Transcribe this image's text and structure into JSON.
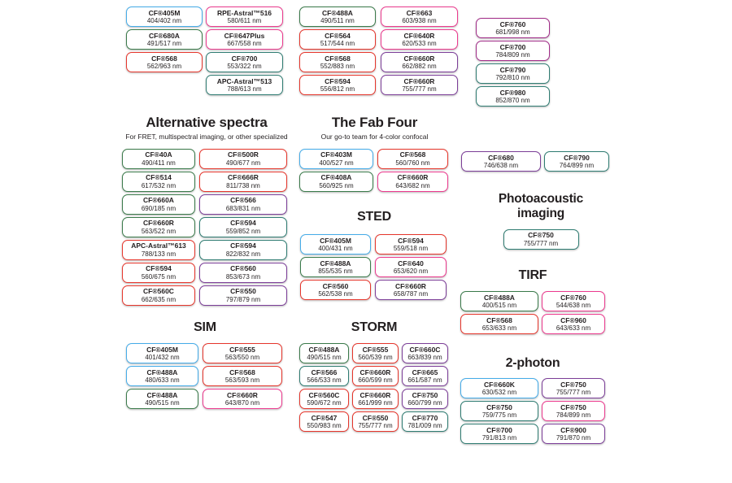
{
  "colors": {
    "blue": "#45ACE9",
    "green": "#3A7A4A",
    "red": "#E6362C",
    "pink": "#EC3A8E",
    "teal": "#2F7C72",
    "purple": "#7C3E98",
    "magenta": "#A12C88",
    "text": "#231F20"
  },
  "top_columns": [
    {
      "boxes": [
        {
          "name": "CF®405M",
          "range": "404/402 nm",
          "color": "blue"
        },
        {
          "name": "CF®680A",
          "range": "491/517 nm",
          "color": "green"
        },
        {
          "name": "CF®568",
          "range": "562/963 nm",
          "color": "red"
        }
      ]
    },
    {
      "boxes": [
        {
          "name": "RPE-Astral™516",
          "range": "580/611 nm",
          "color": "pink"
        },
        {
          "name": "CF®647Plus",
          "range": "667/558 nm",
          "color": "pink"
        },
        {
          "name": "CF®700",
          "range": "553/322 nm",
          "color": "teal"
        },
        {
          "name": "APC-Astral™513",
          "range": "788/613 nm",
          "color": "teal"
        }
      ]
    },
    {
      "boxes": [
        {
          "name": "CF®488A",
          "range": "490/511 nm",
          "color": "green"
        },
        {
          "name": "CF®564",
          "range": "517/544 nm",
          "color": "red"
        },
        {
          "name": "CF®568",
          "range": "552/883 nm",
          "color": "red"
        },
        {
          "name": "CF®594",
          "range": "556/812 nm",
          "color": "red"
        }
      ]
    },
    {
      "boxes": [
        {
          "name": "CF®663",
          "range": "603/938 nm",
          "color": "pink"
        },
        {
          "name": "CF®640R",
          "range": "620/533 nm",
          "color": "pink"
        },
        {
          "name": "CF®660R",
          "range": "662/882 nm",
          "color": "purple"
        },
        {
          "name": "CF®660R",
          "range": "755/777 nm",
          "color": "purple"
        }
      ]
    },
    {
      "boxes": [
        {
          "name": "CF®760",
          "range": "681/998 nm",
          "color": "magenta"
        },
        {
          "name": "CF®700",
          "range": "784/809 nm",
          "color": "magenta"
        },
        {
          "name": "CF®790",
          "range": "792/810 nm",
          "color": "teal"
        },
        {
          "name": "CF®980",
          "range": "852/870 nm",
          "color": "teal"
        }
      ]
    }
  ],
  "sections": {
    "alternative": {
      "title": "Alternative spectra",
      "subtitle": "For FRET, multispectral imaging, or other specialized",
      "boxes": [
        {
          "name": "CF®40A",
          "range": "490/411 nm",
          "color": "green"
        },
        {
          "name": "CF®500R",
          "range": "490/677 nm",
          "color": "red"
        },
        {
          "name": "CF®514",
          "range": "617/532 nm",
          "color": "green"
        },
        {
          "name": "CF®666R",
          "range": "811/738 nm",
          "color": "red"
        },
        {
          "name": "CF®660A",
          "range": "690/185 nm",
          "color": "green"
        },
        {
          "name": "CF®566",
          "range": "683/831 nm",
          "color": "purple"
        },
        {
          "name": "CF®660R",
          "range": "563/522 nm",
          "color": "green"
        },
        {
          "name": "CF®594",
          "range": "559/852 nm",
          "color": "teal"
        },
        {
          "name": "APC-Astral™613",
          "range": "788/133 nm",
          "color": "red"
        },
        {
          "name": "CF®594",
          "range": "822/832 nm",
          "color": "teal"
        },
        {
          "name": "CF®594",
          "range": "560/675 nm",
          "color": "red"
        },
        {
          "name": "CF®560",
          "range": "853/673 nm",
          "color": "purple"
        },
        {
          "name": "CF®560C",
          "range": "662/635 nm",
          "color": "red"
        },
        {
          "name": "CF®550",
          "range": "797/879 nm",
          "color": "purple"
        }
      ]
    },
    "fab_four": {
      "title": "The Fab Four",
      "subtitle": "Our go-to team for 4-color confocal",
      "boxes": [
        {
          "name": "CF®403M",
          "range": "400/527 nm",
          "color": "blue"
        },
        {
          "name": "CF®568",
          "range": "560/760 nm",
          "color": "red"
        },
        {
          "name": "CF®408A",
          "range": "560/925 nm",
          "color": "green"
        },
        {
          "name": "CF®660R",
          "range": "643/682 nm",
          "color": "pink"
        }
      ]
    },
    "sted": {
      "title": "STED",
      "boxes": [
        {
          "name": "CF®405M",
          "range": "400/431 nm",
          "color": "blue"
        },
        {
          "name": "CF®594",
          "range": "559/518 nm",
          "color": "red"
        },
        {
          "name": "CF®488A",
          "range": "855/535 nm",
          "color": "green"
        },
        {
          "name": "CF®640",
          "range": "653/620 nm",
          "color": "pink"
        },
        {
          "name": "CF®560",
          "range": "562/538 nm",
          "color": "red"
        },
        {
          "name": "CF®660R",
          "range": "658/787 nm",
          "color": "purple"
        }
      ]
    },
    "sim": {
      "title": "SIM",
      "boxes": [
        {
          "name": "CF®405M",
          "range": "401/432 nm",
          "color": "blue"
        },
        {
          "name": "CF®555",
          "range": "563/550 nm",
          "color": "red"
        },
        {
          "name": "CF®488A",
          "range": "480/633 nm",
          "color": "blue"
        },
        {
          "name": "CF®568",
          "range": "563/593 nm",
          "color": "red"
        },
        {
          "name": "CF®488A",
          "range": "490/515 nm",
          "color": "green"
        },
        {
          "name": "CF®660R",
          "range": "643/870 nm",
          "color": "pink"
        }
      ]
    },
    "storm": {
      "title": "STORM",
      "boxes": [
        {
          "name": "CF®488A",
          "range": "490/515 nm",
          "color": "green"
        },
        {
          "name": "CF®555",
          "range": "560/539 nm",
          "color": "red"
        },
        {
          "name": "CF®660C",
          "range": "663/839 nm",
          "color": "purple"
        },
        {
          "name": "CF®566",
          "range": "566/533 nm",
          "color": "teal"
        },
        {
          "name": "CF®660R",
          "range": "660/599 nm",
          "color": "red"
        },
        {
          "name": "CF®665",
          "range": "661/587 nm",
          "color": "purple"
        },
        {
          "name": "CF®560C",
          "range": "590/672 nm",
          "color": "red"
        },
        {
          "name": "CF®660R",
          "range": "661/999 nm",
          "color": "red"
        },
        {
          "name": "CF®750",
          "range": "660/799 nm",
          "color": "purple"
        },
        {
          "name": "CF®547",
          "range": "550/983 nm",
          "color": "red"
        },
        {
          "name": "CF®550",
          "range": "755/777 nm",
          "color": "red"
        },
        {
          "name": "CF®770",
          "range": "781/009 nm",
          "color": "teal"
        }
      ]
    },
    "right_pair": {
      "boxes": [
        {
          "name": "CF®680",
          "range": "746/638 nm",
          "color": "purple"
        },
        {
          "name": "CF®790",
          "range": "764/899 nm",
          "color": "teal"
        }
      ]
    },
    "photoacoustic": {
      "title_line1": "Photoacoustic",
      "title_line2": "imaging",
      "boxes": [
        {
          "name": "CF®750",
          "range": "755/777 nm",
          "color": "teal"
        }
      ]
    },
    "tirf": {
      "title": "TIRF",
      "boxes": [
        {
          "name": "CF®488A",
          "range": "400/515 nm",
          "color": "green"
        },
        {
          "name": "CF®760",
          "range": "544/638 nm",
          "color": "pink"
        },
        {
          "name": "CF®568",
          "range": "653/633 nm",
          "color": "red"
        },
        {
          "name": "CF®960",
          "range": "643/633 nm",
          "color": "pink"
        }
      ]
    },
    "two_photon": {
      "title": "2-photon",
      "boxes": [
        {
          "name": "CF®660K",
          "range": "630/532 nm",
          "color": "blue"
        },
        {
          "name": "CF®750",
          "range": "755/777 nm",
          "color": "purple"
        },
        {
          "name": "CF®750",
          "range": "759/775 nm",
          "color": "teal"
        },
        {
          "name": "CF®750",
          "range": "784/899 nm",
          "color": "pink"
        },
        {
          "name": "CF®700",
          "range": "791/813 nm",
          "color": "teal"
        },
        {
          "name": "CF®900",
          "range": "791/870 nm",
          "color": "purple"
        }
      ]
    }
  }
}
